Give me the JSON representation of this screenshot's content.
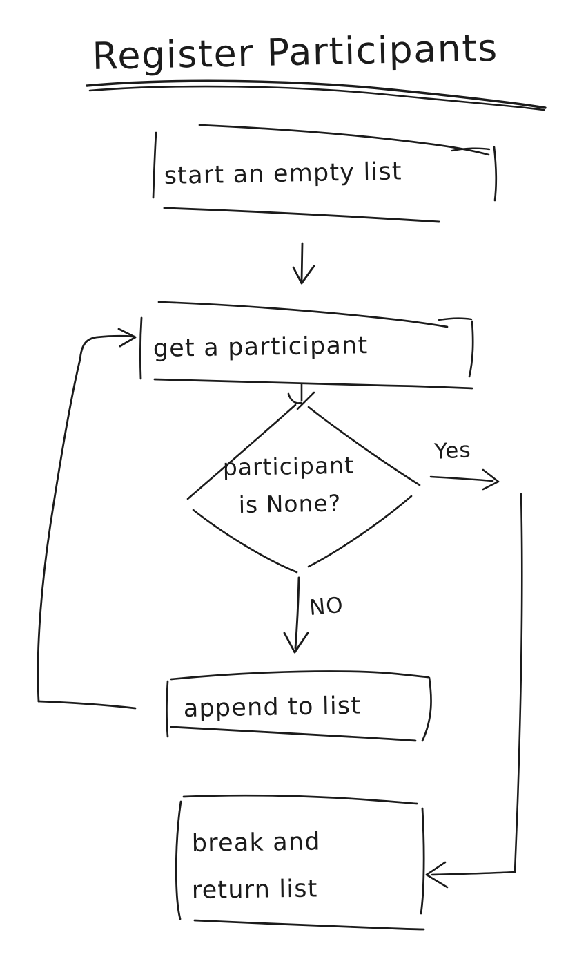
{
  "diagram": {
    "kind": "hand-drawn-flowchart",
    "medium": "pen-on-white-paper",
    "title": "Register Participants",
    "ink_color": "#1b1b1b",
    "background_color": "#ffffff",
    "nodes": [
      {
        "id": "start",
        "shape": "rectangle",
        "label": "start an empty list"
      },
      {
        "id": "get",
        "shape": "rectangle",
        "label": "get a participant"
      },
      {
        "id": "check",
        "shape": "diamond",
        "label_line1": "participant",
        "label_line2": "is None?"
      },
      {
        "id": "append",
        "shape": "rectangle",
        "label": "append to list"
      },
      {
        "id": "finish",
        "shape": "rectangle",
        "label_line1": "break and",
        "label_line2": "return list"
      }
    ],
    "edges": [
      {
        "from": "start",
        "to": "get",
        "label": "",
        "direction": "down"
      },
      {
        "from": "get",
        "to": "check",
        "label": "",
        "direction": "down"
      },
      {
        "from": "check",
        "to": "finish",
        "label": "Yes",
        "direction": "right-then-down-then-left"
      },
      {
        "from": "check",
        "to": "append",
        "label": "NO",
        "direction": "down"
      },
      {
        "from": "append",
        "to": "get",
        "label": "",
        "direction": "left-then-up-then-right"
      }
    ],
    "edge_labels": {
      "yes": "Yes",
      "no": "NO"
    }
  }
}
